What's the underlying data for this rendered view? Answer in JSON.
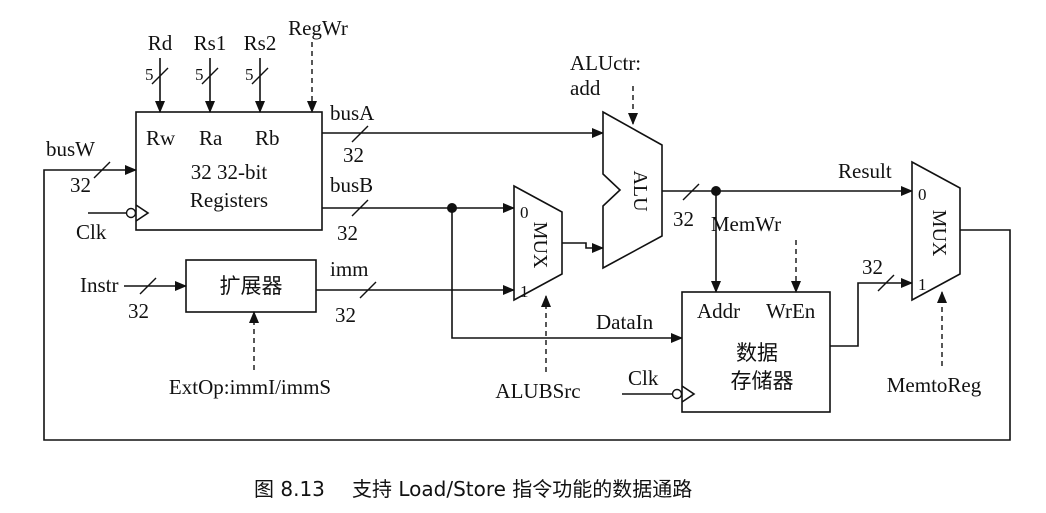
{
  "register_file": {
    "title_line1": "32 32-bit",
    "title_line2": "Registers",
    "port_rw": "Rw",
    "port_ra": "Ra",
    "port_rb": "Rb",
    "in_rd": "Rd",
    "in_rs1": "Rs1",
    "in_rs2": "Rs2",
    "in_regwr": "RegWr",
    "width_rd": "5",
    "width_rs1": "5",
    "width_rs2": "5",
    "clk": "Clk"
  },
  "buses": {
    "busW": "busW",
    "busW_width": "32",
    "busA": "busA",
    "busA_width": "32",
    "busB": "busB",
    "busB_width": "32",
    "imm": "imm",
    "imm_width": "32",
    "instr": "Instr",
    "instr_width": "32",
    "alu_out_width": "32",
    "mem_out_width": "32",
    "result": "Result",
    "datain": "DataIn"
  },
  "extender": {
    "label": "扩展器",
    "control": "ExtOp:immI/immS"
  },
  "alu_mux": {
    "label": "MUX",
    "in0": "0",
    "in1": "1",
    "control": "ALUBSrc"
  },
  "alu": {
    "label": "ALU",
    "control_line1": "ALUctr:",
    "control_line2": "add"
  },
  "memory": {
    "addr": "Addr",
    "wren": "WrEn",
    "label_line1": "数据",
    "label_line2": "存储器",
    "clk": "Clk",
    "control": "MemWr"
  },
  "result_mux": {
    "label": "MUX",
    "in0": "0",
    "in1": "1",
    "control": "MemtoReg"
  },
  "caption": {
    "number": "图 8.13",
    "text": "支持 Load/Store 指令功能的数据通路"
  }
}
